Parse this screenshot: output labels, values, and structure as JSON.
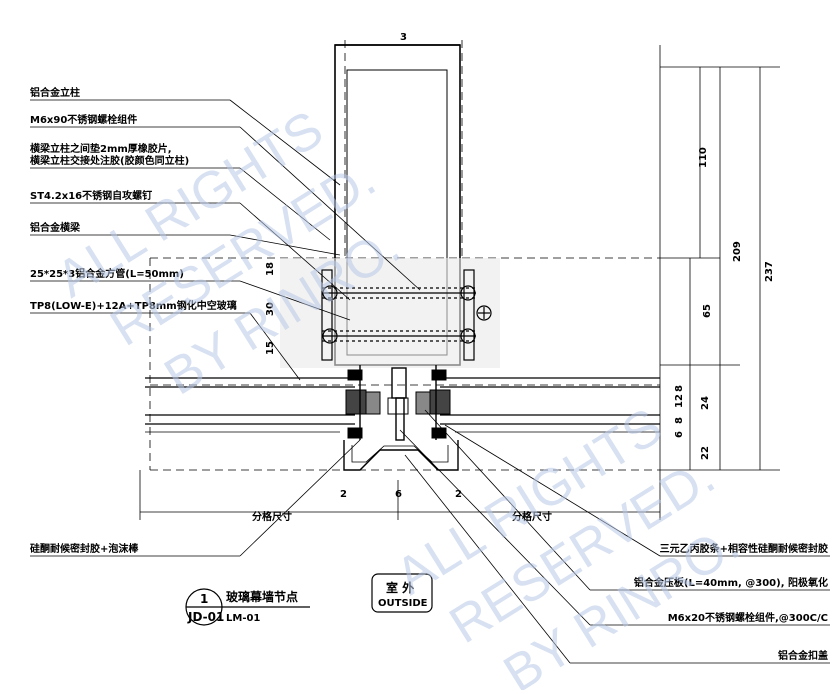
{
  "labels_left": [
    "铝合金立柱",
    "M6x90不锈钢螺栓组件",
    "横梁立柱之间垫2mm厚橡胶片,",
    "横梁立柱交接处注胶(胶颜色同立柱)",
    "ST4.2x16不锈钢自攻螺钉",
    "铝合金横梁",
    "25*25*3铝合金方管(L=50mm)",
    "TP8(LOW-E)+12A+TP8mm钢化中空玻璃",
    "硅酮耐候密封胶+泡沫棒"
  ],
  "labels_right": [
    "三元乙丙胶条+相容性硅酮耐候密封胶",
    "铝合金压板(L=40mm, @300), 阳极氧化",
    "M6x20不锈钢螺栓组件,@300C/C",
    "铝合金扣盖"
  ],
  "dimensions": {
    "top_width": "3",
    "d110": "110",
    "d209": "209",
    "d237": "237",
    "d65": "65",
    "d18": "18",
    "d30": "30",
    "d15": "15",
    "d24": "24",
    "d22": "22",
    "d8a": "8",
    "d12": "12",
    "d8b": "8",
    "d6": "6",
    "d2a": "2",
    "d6b": "6",
    "d2b": "2",
    "grid_left": "分格尺寸",
    "grid_right": "分格尺寸"
  },
  "title_block": {
    "number": "1",
    "sheet": "JD-01",
    "title": "玻璃幕墙节点",
    "code": "LM-01"
  },
  "outside_box": {
    "cn": "室 外",
    "en": "OUTSIDE"
  },
  "watermark": [
    "ALL RIGHTS",
    "RESERVED.",
    "BY RINRO."
  ]
}
